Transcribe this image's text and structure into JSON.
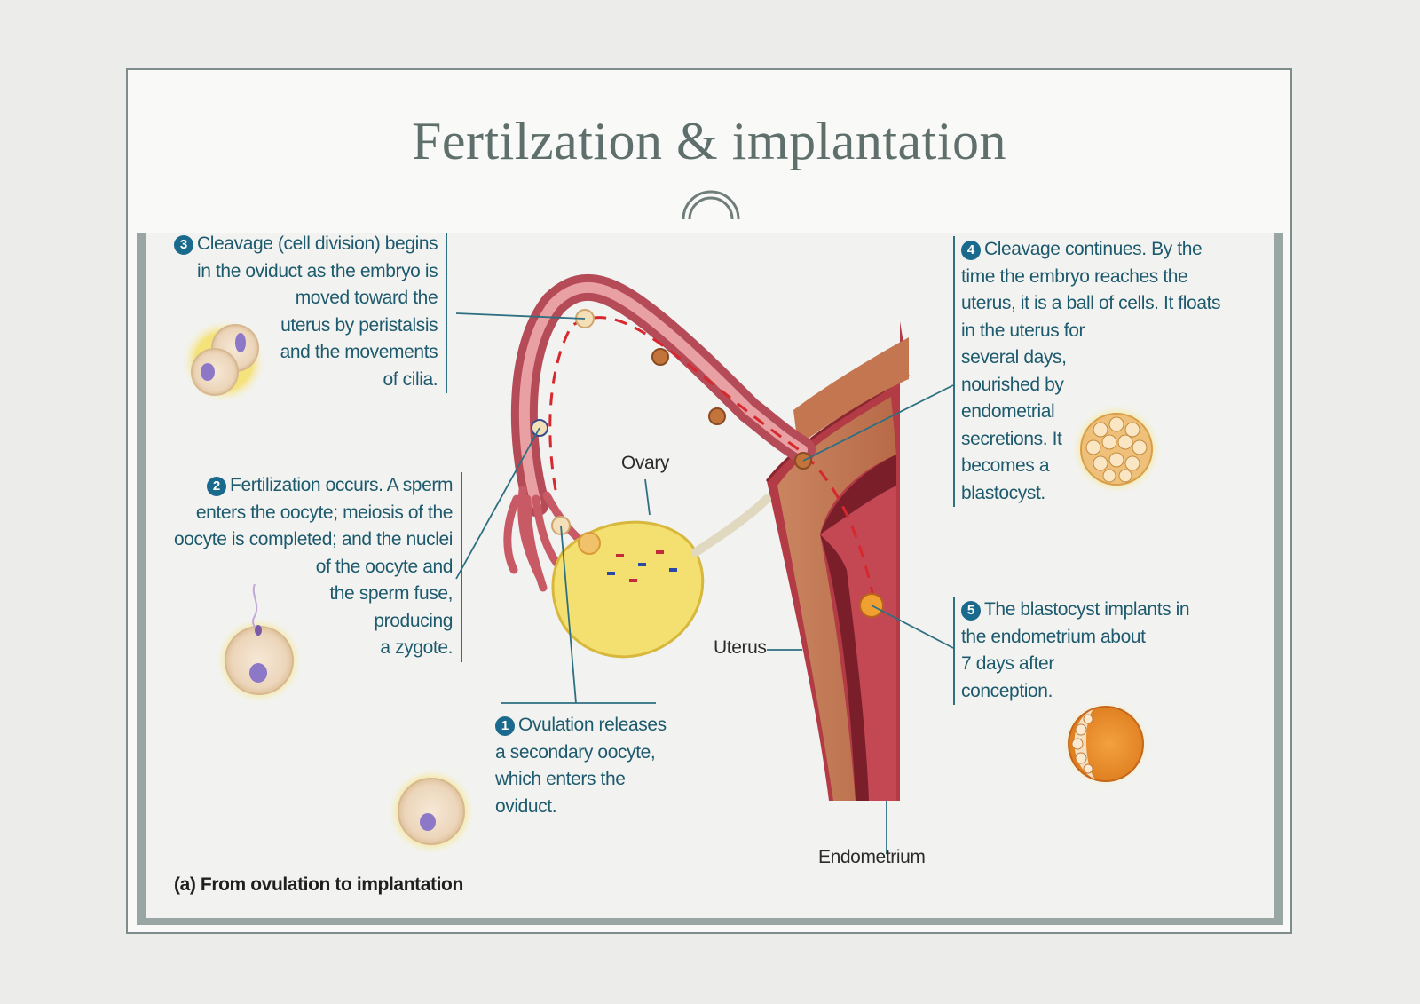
{
  "slide": {
    "title": "Fertilzation & implantation"
  },
  "figure": {
    "caption": "(a) From ovulation to implantation",
    "labels": {
      "ovary": "Ovary",
      "uterus": "Uterus",
      "endometrium": "Endometrium"
    },
    "steps": [
      {
        "number": "1",
        "lines": [
          "Ovulation releases",
          "a secondary oocyte,",
          "which enters the",
          "oviduct."
        ]
      },
      {
        "number": "2",
        "lines": [
          "Fertilization occurs. A sperm",
          "enters the oocyte; meiosis of the",
          "oocyte is completed; and the nuclei",
          "of the oocyte and",
          "the sperm fuse,",
          "producing",
          "a zygote."
        ]
      },
      {
        "number": "3",
        "lines": [
          "Cleavage (cell division) begins",
          "in the oviduct as the embryo is",
          "moved toward the",
          "uterus by peristalsis",
          "and the movements",
          "of cilia."
        ]
      },
      {
        "number": "4",
        "lines": [
          "Cleavage continues. By the",
          "time the embryo reaches the",
          "uterus, it is a ball of cells. It floats",
          "in the uterus for",
          "several days,",
          "nourished by",
          "endometrial",
          "secretions. It",
          "becomes a",
          "blastocyst."
        ]
      },
      {
        "number": "5",
        "lines": [
          "The blastocyst implants in",
          "the endometrium about",
          "7 days after",
          "conception."
        ]
      }
    ]
  },
  "colors": {
    "callout_text": "#1d5a6e",
    "step_badge": "#1a6a8e",
    "title_text": "#5f6f6c",
    "uterus_wall": "#b13a44",
    "ovary": "#f3e070",
    "path_arrow": "#d6282e"
  }
}
